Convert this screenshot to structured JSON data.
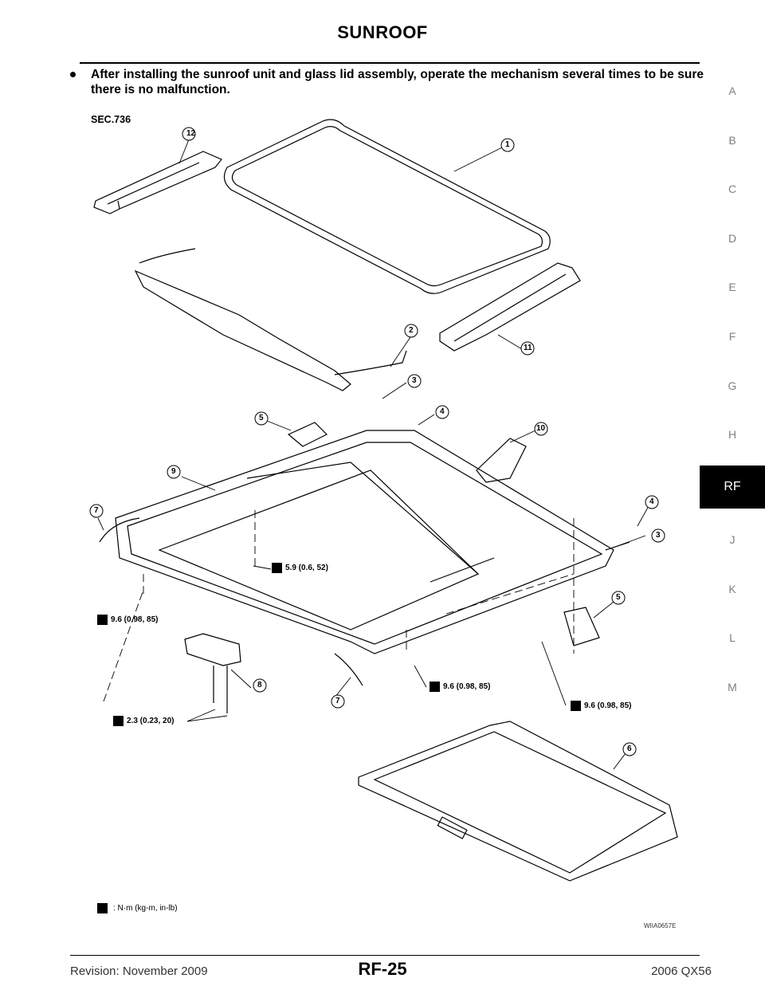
{
  "header": {
    "title": "SUNROOF"
  },
  "note": {
    "text": "After installing the sunroof unit and glass lid assembly, operate the mechanism several times to be sure there is no malfunction."
  },
  "side_tabs": [
    "A",
    "B",
    "C",
    "D",
    "E",
    "F",
    "G",
    "H",
    "RF",
    "J",
    "K",
    "L",
    "M"
  ],
  "active_tab": "RF",
  "figure": {
    "section": "SEC.736",
    "callouts": [
      "1",
      "2",
      "3",
      "4",
      "5",
      "6",
      "7",
      "8",
      "9",
      "10",
      "11",
      "12"
    ],
    "torques": {
      "t1": "5.9 (0.6, 52)",
      "t2": "9.6 (0.98, 85)",
      "t3": "9.6 (0.98, 85)",
      "t4": "9.6 (0.98, 85)",
      "t5": "2.3 (0.23, 20)"
    },
    "legend": ": N·m (kg-m, in-lb)",
    "code": "WIIA0657E"
  },
  "footer": {
    "revision": "Revision: November 2009",
    "page": "RF-25",
    "model": "2006 QX56"
  }
}
